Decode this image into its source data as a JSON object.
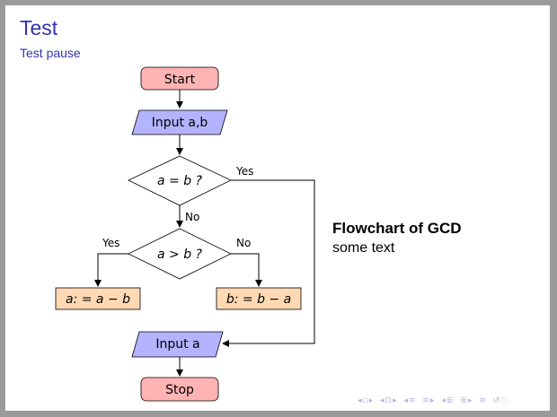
{
  "slide": {
    "title": "Test",
    "subtitle": "Test pause"
  },
  "colors": {
    "frame_bg": "#9a9a9a",
    "title_color": "#3333b3",
    "start_stop_fill": "#ffb3b3",
    "io_fill": "#b3b3ff",
    "process_fill": "#ffd9b3",
    "decision_fill": "#ffffff"
  },
  "flowchart": {
    "start": "Start",
    "input_ab": "Input a,b",
    "decision1": "a = b ?",
    "decision1_yes": "Yes",
    "decision1_no": "No",
    "decision2": "a > b ?",
    "decision2_yes": "Yes",
    "decision2_no": "No",
    "process_a": "a: = a − b",
    "process_b": "b: = b − a",
    "input_a": "Input a",
    "stop": "Stop"
  },
  "caption": {
    "title": "Flowchart of GCD",
    "text": "some text"
  },
  "navigation": {
    "icons": [
      "nav-prev-frame-icon",
      "nav-next-frame-icon",
      "nav-prev-subsection-icon",
      "nav-next-subsection-icon",
      "nav-prev-section-icon",
      "nav-next-section-icon",
      "nav-document-icon",
      "nav-search-icon"
    ]
  }
}
